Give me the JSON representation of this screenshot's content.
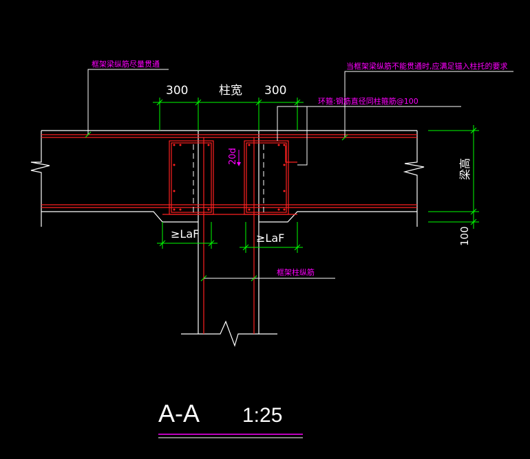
{
  "labels": {
    "frame_beam_rebar": "框架梁纵筋尽量贯通",
    "anchor_requirement": "当框架梁纵筋不能贯通时,应满足锚入柱托的要求",
    "hoop_note": "环箍:钢筋直径同柱箍筋@100",
    "frame_column_rebar": "框架柱纵筋",
    "beam_height": "梁高"
  },
  "dimensions": {
    "left_300": "300",
    "column_width": "柱宽",
    "right_300": "300",
    "bend_20d": "20d",
    "laf_left": "≥LaF",
    "laf_right": "≥LaF",
    "bottom_100": "100"
  },
  "title": {
    "section": "A-A",
    "scale": "1:25"
  },
  "colors": {
    "background": "#000000",
    "concrete_outline": "#ffffff",
    "rebar": "#ff2020",
    "dimension": "#00ff00",
    "text_magenta": "#ff00ff",
    "dimension_text": "#ffffff"
  }
}
